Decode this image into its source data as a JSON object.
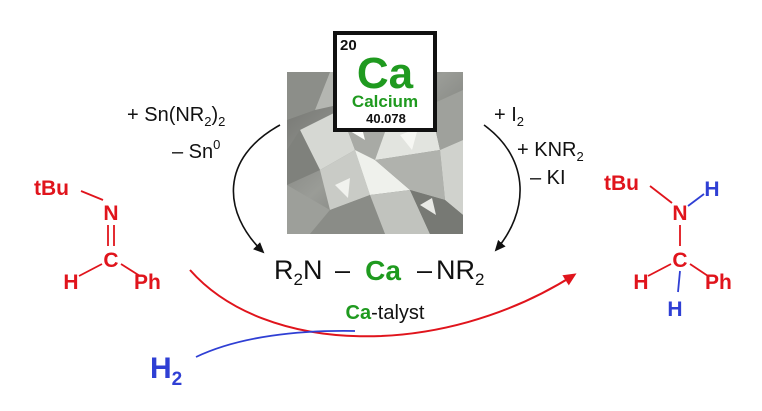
{
  "element_tile": {
    "atomic_number": "20",
    "symbol": "Ca",
    "name": "Calcium",
    "atomic_mass": "40.078"
  },
  "left_reagents": {
    "reagent": "+ Sn(NR",
    "reagent_sub": "2",
    "reagent_close": ")",
    "reagent_close_sub": "2",
    "byproduct": "– Sn",
    "byproduct_sup": "0"
  },
  "right_reagents": {
    "iodine": "+ I",
    "iodine_sub": "2",
    "amide": "+ KNR",
    "amide_sub": "2",
    "byproduct": "– KI"
  },
  "catalyst": {
    "left_group": "R",
    "left_sub": "2",
    "left_n": "N",
    "bond": "–",
    "metal": "Ca",
    "right_group": "NR",
    "right_sub": "2",
    "label_highlight": "Ca",
    "label_rest": "-talyst"
  },
  "imine": {
    "tbu": "tBu",
    "n": "N",
    "eq": "=",
    "c": "C",
    "h": "H",
    "ph": "Ph"
  },
  "amine": {
    "tbu": "tBu",
    "n": "N",
    "nh": "H",
    "c": "C",
    "h_left": "H",
    "h_bottom": "H",
    "ph": "Ph"
  },
  "hydrogen": {
    "symbol": "H",
    "sub": "2"
  },
  "colors": {
    "red": "#e0141c",
    "blue": "#2f3fd4",
    "green": "#1f9a1f",
    "black": "#111111"
  }
}
